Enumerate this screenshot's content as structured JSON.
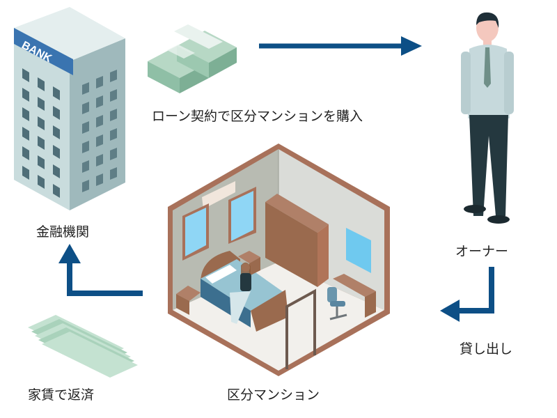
{
  "bank": {
    "sign": "BANK",
    "label": "金融機関"
  },
  "loan": {
    "label": "ローン契約で区分マンションを購入"
  },
  "owner": {
    "label": "オーナー"
  },
  "rent_out": {
    "label": "貸し出し"
  },
  "repay": {
    "label": "家賃で返済"
  },
  "apartment": {
    "label": "区分マンション"
  },
  "colors": {
    "arrow": "#0d4f86",
    "wall_trim": "#a8715a",
    "building": "#a7c3c6",
    "bank_sign": "#3a74b0"
  }
}
